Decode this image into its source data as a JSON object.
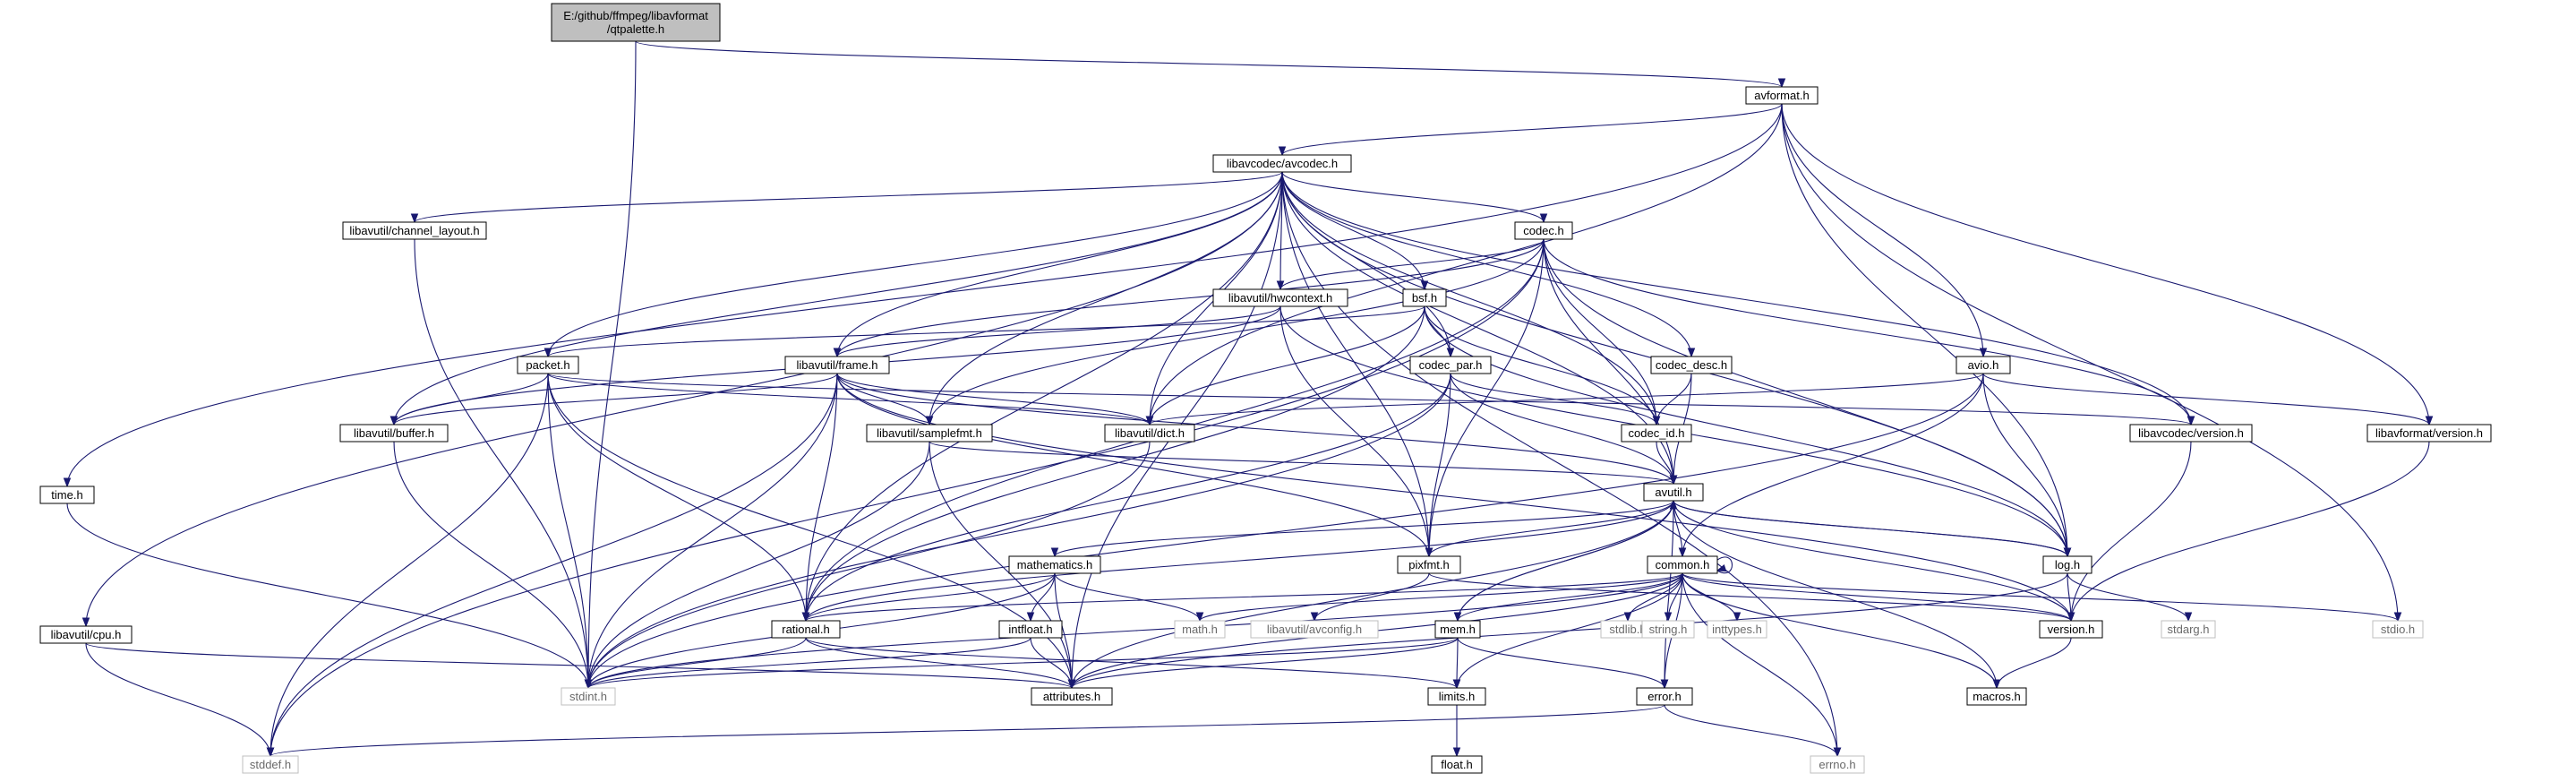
{
  "graph": {
    "title": "E:/github/ffmpeg/libavformat/qtpalette.h",
    "colors": {
      "edge": "#191970",
      "root_fill": "#bfbfbf",
      "node_fill": "#ffffff",
      "ext_border": "#bfbfbf",
      "ext_text": "#6a6a6a"
    },
    "nodes": [
      {
        "id": "qtpalette",
        "label": "E:/github/ffmpeg/libavformat\n/qtpalette.h"
      },
      {
        "id": "avformat",
        "label": "avformat.h"
      },
      {
        "id": "avcodec",
        "label": "libavcodec/avcodec.h"
      },
      {
        "id": "time",
        "label": "time.h"
      },
      {
        "id": "cpu",
        "label": "libavutil/cpu.h"
      },
      {
        "id": "channel_layout",
        "label": "libavutil/channel_layout.h"
      },
      {
        "id": "codec",
        "label": "codec.h"
      },
      {
        "id": "hwcontext",
        "label": "libavutil/hwcontext.h"
      },
      {
        "id": "bsf",
        "label": "bsf.h"
      },
      {
        "id": "packet",
        "label": "packet.h"
      },
      {
        "id": "frame",
        "label": "libavutil/frame.h"
      },
      {
        "id": "codec_par",
        "label": "codec_par.h"
      },
      {
        "id": "codec_desc",
        "label": "codec_desc.h"
      },
      {
        "id": "avio",
        "label": "avio.h"
      },
      {
        "id": "buffer",
        "label": "libavutil/buffer.h"
      },
      {
        "id": "samplefmt",
        "label": "libavutil/samplefmt.h"
      },
      {
        "id": "dict",
        "label": "libavutil/dict.h"
      },
      {
        "id": "codec_id",
        "label": "codec_id.h"
      },
      {
        "id": "avcodec_version",
        "label": "libavcodec/version.h"
      },
      {
        "id": "avformat_version",
        "label": "libavformat/version.h"
      },
      {
        "id": "avutil",
        "label": "avutil.h"
      },
      {
        "id": "mathematics",
        "label": "mathematics.h"
      },
      {
        "id": "pixfmt",
        "label": "pixfmt.h"
      },
      {
        "id": "common",
        "label": "common.h"
      },
      {
        "id": "log",
        "label": "log.h"
      },
      {
        "id": "rational",
        "label": "rational.h"
      },
      {
        "id": "intfloat",
        "label": "intfloat.h"
      },
      {
        "id": "math",
        "label": "math.h"
      },
      {
        "id": "avconfig",
        "label": "libavutil/avconfig.h"
      },
      {
        "id": "stdlib",
        "label": "stdlib.h"
      },
      {
        "id": "string",
        "label": "string.h"
      },
      {
        "id": "inttypes",
        "label": "inttypes.h"
      },
      {
        "id": "mem",
        "label": "mem.h"
      },
      {
        "id": "version",
        "label": "version.h"
      },
      {
        "id": "stdarg",
        "label": "stdarg.h"
      },
      {
        "id": "stdio",
        "label": "stdio.h"
      },
      {
        "id": "stdint",
        "label": "stdint.h"
      },
      {
        "id": "attributes",
        "label": "attributes.h"
      },
      {
        "id": "limits",
        "label": "limits.h"
      },
      {
        "id": "error",
        "label": "error.h"
      },
      {
        "id": "macros",
        "label": "macros.h"
      },
      {
        "id": "stddef",
        "label": "stddef.h"
      },
      {
        "id": "errno",
        "label": "errno.h"
      },
      {
        "id": "float",
        "label": "float.h"
      }
    ]
  }
}
